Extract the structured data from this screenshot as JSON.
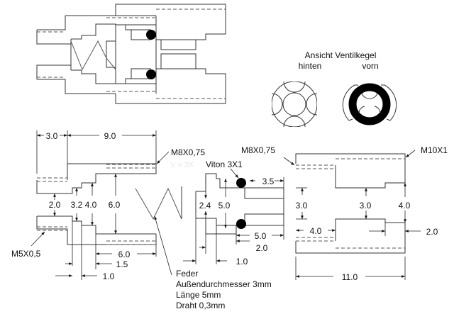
{
  "view_title": {
    "line1": "Ansicht Ventilkegel",
    "hinten": "hinten",
    "vorn": "vorn"
  },
  "threads": {
    "m8_left": "M8X0,75",
    "m8_right": "M8X0,75",
    "m10": "M10X1",
    "m5": "M5X0,5"
  },
  "oring": "Viton 3X1",
  "watermark": "V = 3X",
  "spring": {
    "title": "Feder",
    "outer_diameter": "Außendurchmesser 3mm",
    "length": "Länge 5mm",
    "wire": "Draht 0,3mm"
  },
  "dims": {
    "left_part": {
      "d_3_0": "3.0",
      "d_9_0": "9.0",
      "d_2_0": "2.0",
      "d_3_2": "3.2",
      "d_4_0": "4.0",
      "d_6_0": "6.0",
      "d_6_0_len": "6.0",
      "d_1_5": "1.5",
      "d_1_0": "1.0"
    },
    "cone": {
      "d_3_5": "3.5",
      "d_2_4": "2.4",
      "d_5_0": "5.0",
      "d_5_0_len": "5.0",
      "d_2_0": "2.0",
      "d_1_0": "1.0"
    },
    "right_part": {
      "d_3_0_a": "3.0",
      "d_3_0_b": "3.0",
      "d_4_0": "4.0",
      "d_4_0_len": "4.0",
      "d_2_0": "2.0",
      "d_11_0": "11.0"
    }
  }
}
